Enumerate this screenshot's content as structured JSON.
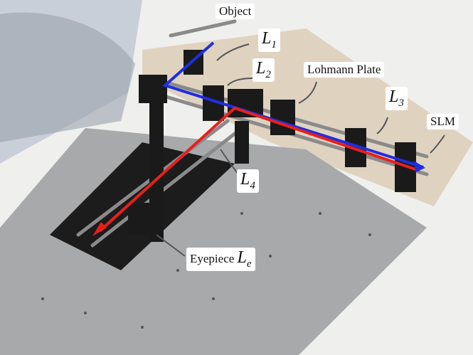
{
  "labels": {
    "object": "Object",
    "l1": {
      "letter": "L",
      "sub": "1"
    },
    "l2": {
      "letter": "L",
      "sub": "2"
    },
    "lohmann": "Lohmann Plate",
    "l3": {
      "letter": "L",
      "sub": "3"
    },
    "slm": "SLM",
    "l4": {
      "letter": "L",
      "sub": "4"
    },
    "eyepiece": "Eyepiece",
    "le": {
      "letter": "L",
      "sub": "e"
    }
  },
  "colors": {
    "beam_red": "#e8201c",
    "beam_blue": "#1f2ee0",
    "breadboard": "#a8a9ab",
    "backdrop_panel": "#d9c9b0"
  }
}
